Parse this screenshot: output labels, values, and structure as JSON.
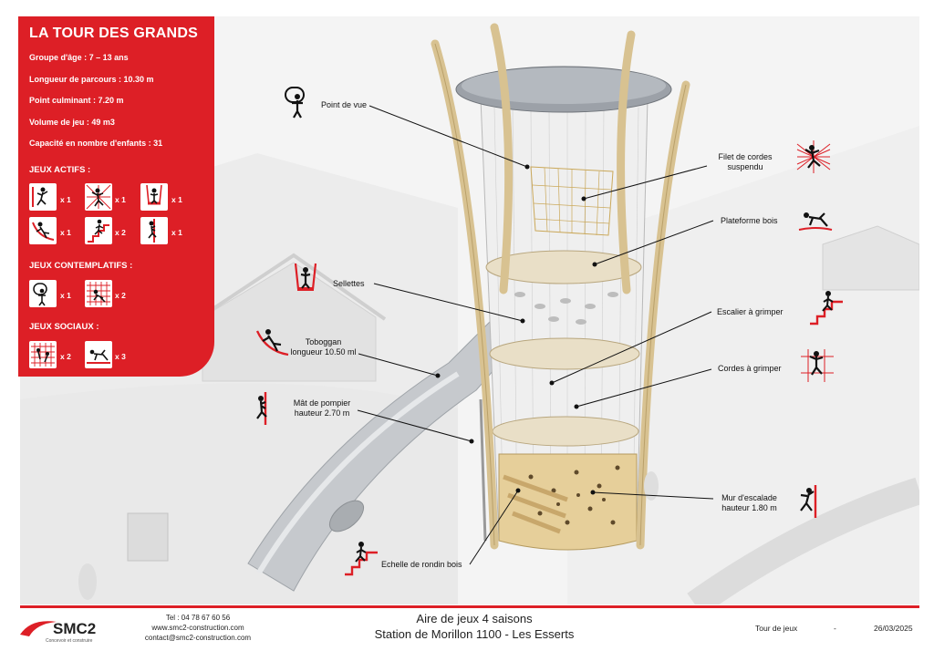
{
  "info": {
    "title": "LA TOUR DES GRANDS",
    "specs": [
      "Groupe d'âge : 7 – 13 ans",
      "Longueur de parcours : 10.30 m",
      "Point culminant : 7.20 m",
      "Volume de jeu : 49 m3",
      "Capacité en nombre d'enfants : 31"
    ],
    "jeux_actifs_title": "JEUX ACTIFS :",
    "jeux_actifs": [
      {
        "icon": "climbing-icon",
        "count": "x 1"
      },
      {
        "icon": "net-climb-icon",
        "count": "x 1"
      },
      {
        "icon": "swing-seat-icon",
        "count": "x 1"
      },
      {
        "icon": "slide-icon",
        "count": "x 1"
      },
      {
        "icon": "stairs-icon",
        "count": "x 2"
      },
      {
        "icon": "pole-icon",
        "count": "x 1"
      }
    ],
    "jeux_contemplatifs_title": "JEUX CONTEMPLATIFS :",
    "jeux_contemplatifs": [
      {
        "icon": "viewpoint-icon",
        "count": "x 1"
      },
      {
        "icon": "net-icon",
        "count": "x 2"
      }
    ],
    "jeux_sociaux_title": "JEUX SOCIAUX :",
    "jeux_sociaux": [
      {
        "icon": "net-group-icon",
        "count": "x 2"
      },
      {
        "icon": "crawl-icon",
        "count": "x 3"
      }
    ]
  },
  "labels": {
    "point_de_vue": "Point de vue",
    "filet_1": "Filet de cordes",
    "filet_2": "suspendu",
    "plateforme": "Plateforme bois",
    "sellettes": "Sellettes",
    "escalier": "Escalier à grimper",
    "toboggan_1": "Toboggan",
    "toboggan_2": "longueur 10.50 ml",
    "cordes": "Cordes à grimper",
    "mat_1": "Mât de pompier",
    "mat_2": "hauteur 2.70 m",
    "mur_1": "Mur d'escalade",
    "mur_2": "hauteur 1.80 m",
    "echelle": "Echelle de rondin bois"
  },
  "footer": {
    "logo_text": "SMC2",
    "logo_sub": "Concevoir et construire",
    "tel": "Tel : 04 78 67 60 56",
    "web": "www.smc2-construction.com",
    "mail": "contact@smc2-construction.com",
    "project_line1": "Aire de jeux 4 saisons",
    "project_line2": "Station de Morillon 1100  - Les Esserts",
    "doc_type": "Tour de jeux",
    "dash": "-",
    "date": "26/03/2025"
  },
  "colors": {
    "brand_red": "#dd1f26",
    "wood": "#e2cfa6",
    "steel": "#c8cbcf"
  }
}
